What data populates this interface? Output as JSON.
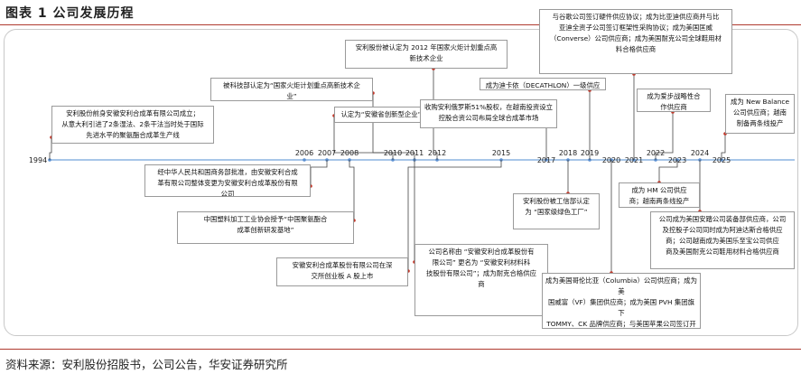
{
  "figure": {
    "title": "图表 1  公司发展历程",
    "source": "资料来源：安利股份招股书，公司公告，华安证券研究所"
  },
  "timeline": {
    "years": [
      "1994",
      "2006",
      "2007",
      "2008",
      "2010",
      "2011",
      "2012",
      "2015",
      "2017",
      "2018",
      "2019",
      "2020",
      "2021",
      "2022",
      "2023",
      "2024",
      "2025"
    ],
    "events": [
      {
        "year": "1994",
        "text": "安利股份前身安徽安利合成革有限公司成立；\n从意大利引进了2条湿法、2条干法当时处于国际\n先进水平的聚氨酯合成革生产线"
      },
      {
        "year": "2007",
        "text": "经中华人民共和国商务部批准，由安徽安利合成\n革有限公司整体变更为安徽安利合成革股份有限\n公司"
      },
      {
        "year": "2008",
        "text": "中国塑料加工工业协会授予“中国聚氨酯合\n成革创新研发基地”"
      },
      {
        "year": "2010",
        "text": "被科技部认定为“国家火炬计划重点高新技术企\n业”"
      },
      {
        "year": "2011",
        "text": "认定为“安徽省创新型企业”"
      },
      {
        "year": "2011",
        "text": "安徽安利合成革股份有限公司在深\n交所创业板 A 股上市"
      },
      {
        "year": "2012",
        "text": "安利股份被认定为 2012 年国家火炬计划重点高\n新技术企业"
      },
      {
        "year": "2015",
        "text": "公司名称由 “安徽安利合成革股份有\n限公司” 更名为 “安徽安利材料科\n技股份有限公司”；成为耐克合格供应\n商"
      },
      {
        "year": "2017",
        "text": "收购安利俄罗斯51%股权，在越南投资设立\n控股合资公司布局全球合成革市场"
      },
      {
        "year": "2018",
        "text": "安利股份被工信部认定\n为 “国家级绿色工厂”"
      },
      {
        "year": "2019",
        "text": "成为迪卡侬（DECATHLON）一级供应商"
      },
      {
        "year": "2020",
        "text": "成为美国哥伦比亚（Columbia）公司供应商；成为美\n国威富（VF）集团供应商；成为美国 PVH 集团旗下\nTOMMY、CK 品牌供应商；与美国苹果公司签订开发与\n供应框架性协议的补充公告"
      },
      {
        "year": "2021",
        "text": "与谷歌公司签订硬件供应协议；成为比亚迪供应商并与比\n亚迪全资子公司签订框架性采购协议；成为美国匡威\n（Converse）公司供应商；成为美国耐克公司全球鞋用材\n料合格供应商"
      },
      {
        "year": "2022",
        "text": "成为爱步战略性合\n作供应商"
      },
      {
        "year": "2023",
        "text": "成为 HM 公司供应\n商；越南两条线投产"
      },
      {
        "year": "2024",
        "text": "公司成为美国安踏公司装备部供应商，公司\n及控股子公司同时成为阿迪达斯合格供应\n商；公司越南成为美国乐至宝公司供应\n商及美国耐克公司鞋用材料合格供应商"
      },
      {
        "year": "2025",
        "text": "成为 New Balance\n公司供应商；越南\n制备两条线投产"
      }
    ]
  }
}
